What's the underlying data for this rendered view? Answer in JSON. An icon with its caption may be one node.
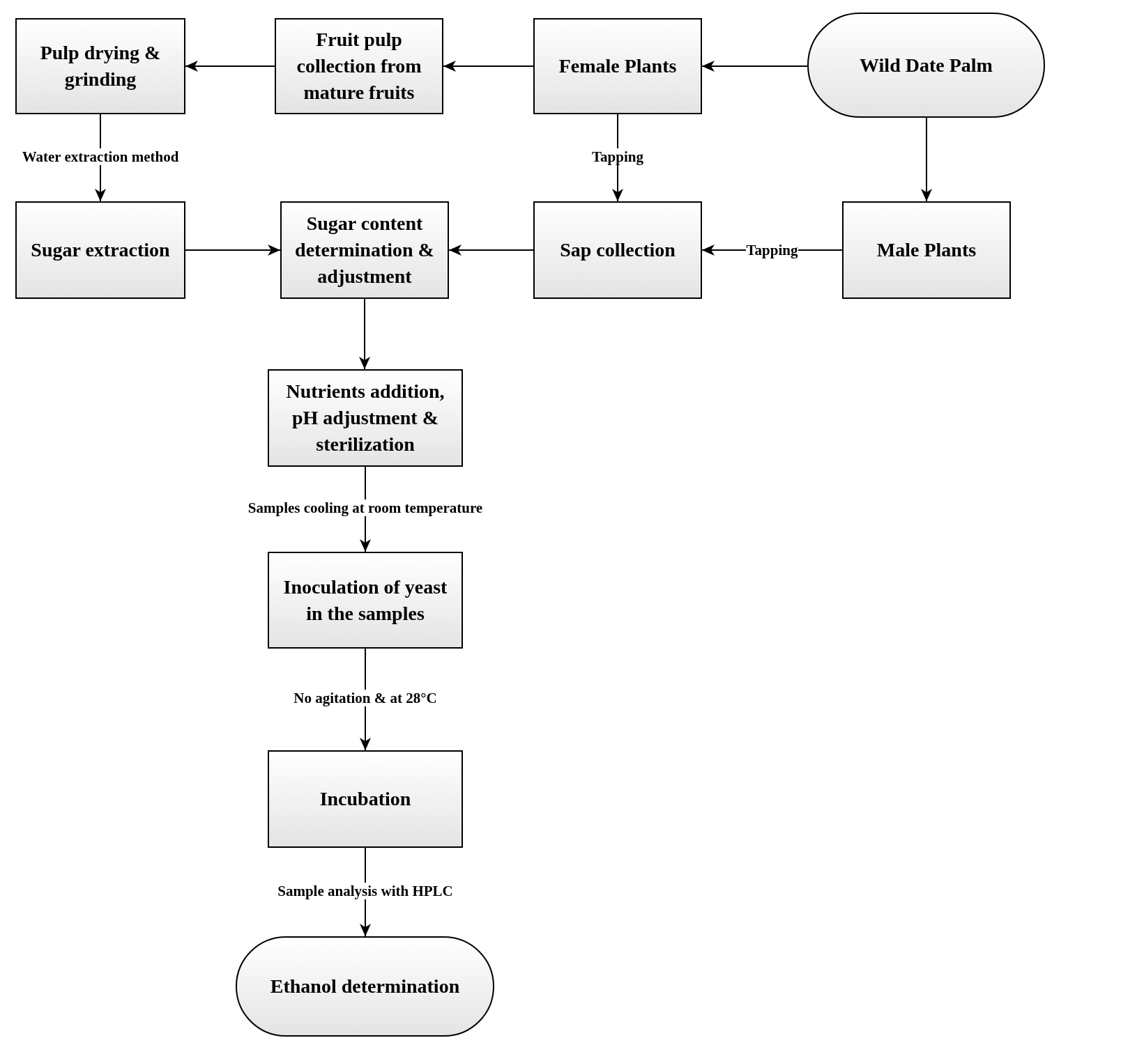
{
  "diagram": {
    "nodes": [
      {
        "text": [
          "Wild Date Palm"
        ]
      },
      {
        "text": [
          "Female Plants"
        ]
      },
      {
        "text": [
          "Fruit pulp collection from mature fruits"
        ]
      },
      {
        "text": [
          "Pulp drying & grinding"
        ]
      },
      {
        "text": [
          "Male Plants"
        ]
      },
      {
        "text": [
          "Sap collection"
        ]
      },
      {
        "text": [
          "Sugar content determination & adjustment"
        ]
      },
      {
        "text": [
          "Sugar extraction"
        ]
      },
      {
        "text": [
          "Nutrients addition, pH adjustment & sterilization"
        ]
      },
      {
        "text": [
          "Inoculation of yeast in the samples"
        ]
      },
      {
        "text": [
          "Incubation"
        ]
      },
      {
        "text": [
          "Ethanol determination"
        ]
      }
    ],
    "edges": [
      {
        "from": 0,
        "to": 1,
        "arrow": "to"
      },
      {
        "from": 1,
        "to": 2,
        "arrow": "to"
      },
      {
        "from": 2,
        "to": 3,
        "arrow": "to"
      },
      {
        "from": 0,
        "to": 4,
        "arrow": "to"
      },
      {
        "from": 1,
        "to": 5,
        "arrow": "to",
        "label": "Tapping"
      },
      {
        "from": 4,
        "to": 5,
        "arrow": "to",
        "label": "Tapping"
      },
      {
        "from": 3,
        "to": 7,
        "arrow": "to",
        "label": "Water extraction method"
      },
      {
        "from": 5,
        "to": 6,
        "arrow": "to"
      },
      {
        "from": 7,
        "to": 6,
        "arrow": "to"
      },
      {
        "from": 6,
        "to": 8,
        "arrow": "to"
      },
      {
        "from": 8,
        "to": 9,
        "arrow": "to",
        "label": "Samples cooling at room temperature"
      },
      {
        "from": 9,
        "to": 10,
        "arrow": "to",
        "label": "No agitation & at 28°C"
      },
      {
        "from": 10,
        "to": 11,
        "arrow": "to",
        "label": "Sample analysis with HPLC"
      }
    ]
  }
}
